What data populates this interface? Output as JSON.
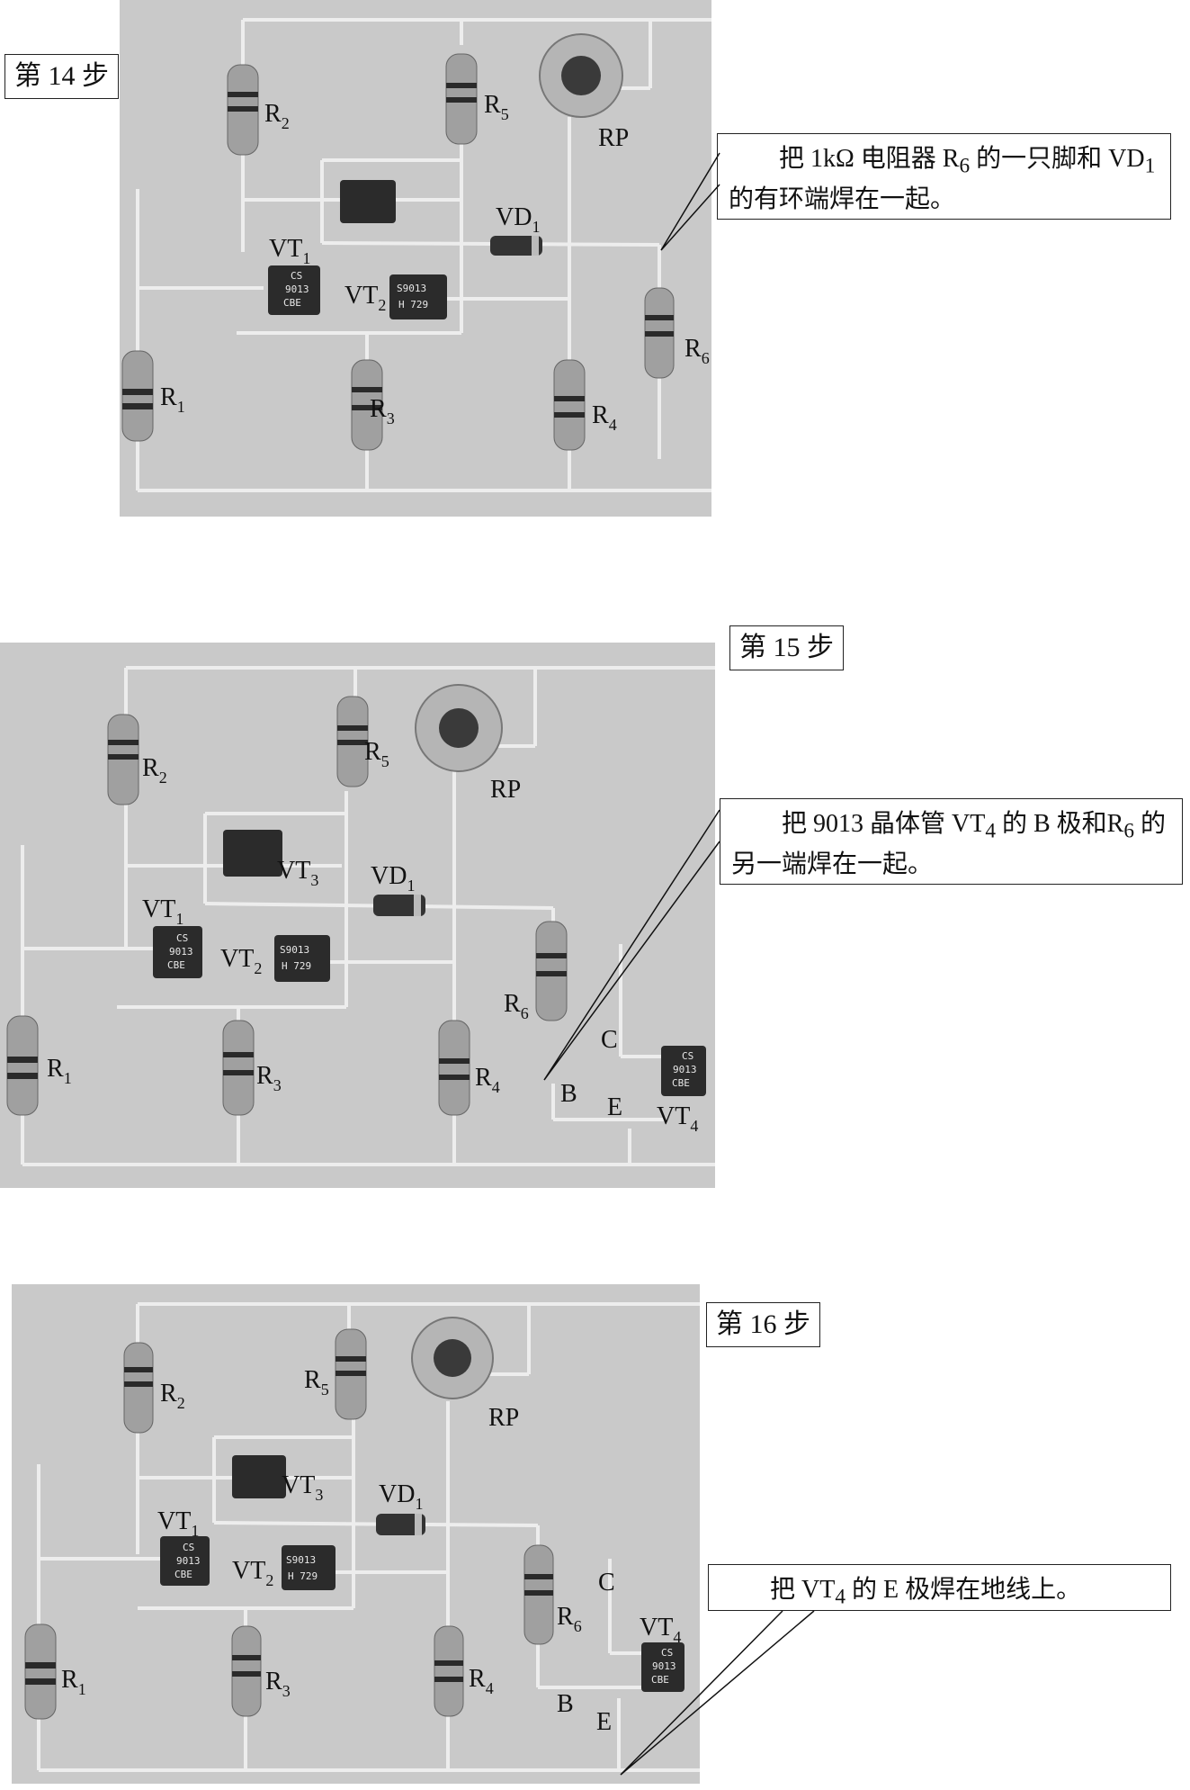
{
  "steps": [
    {
      "step_label": "第 14 步",
      "instruction": [
        "把 1kΩ 电阻器 R",
        "6",
        " 的一只脚和 VD",
        "1",
        " 的有环端焊在一起。"
      ],
      "labels": {
        "R2": [
          "R",
          "2"
        ],
        "R5": [
          "R",
          "5"
        ],
        "RP": "RP",
        "VD1": [
          "VD",
          "1"
        ],
        "VT1": [
          "VT",
          "1"
        ],
        "VT2": [
          "VT",
          "2"
        ],
        "R6": [
          "R",
          "6"
        ],
        "R1": [
          "R",
          "1"
        ],
        "R3": [
          "R",
          "3"
        ],
        "R4": [
          "R",
          "4"
        ]
      }
    },
    {
      "step_label": "第 15 步",
      "instruction": [
        "把 9013 晶体管 VT",
        "4",
        " 的 B 极和R",
        "6",
        " 的另一端焊在一起。"
      ],
      "labels": {
        "R2": [
          "R",
          "2"
        ],
        "R5": [
          "R",
          "5"
        ],
        "RP": "RP",
        "VT3": [
          "VT",
          "3"
        ],
        "VD1": [
          "VD",
          "1"
        ],
        "VT1": [
          "VT",
          "1"
        ],
        "VT2": [
          "VT",
          "2"
        ],
        "R6": [
          "R",
          "6"
        ],
        "R1": [
          "R",
          "1"
        ],
        "R3": [
          "R",
          "3"
        ],
        "R4": [
          "R",
          "4"
        ],
        "B": "B",
        "C": "C",
        "E": "E",
        "VT4": [
          "VT",
          "4"
        ]
      }
    },
    {
      "step_label": "第 16 步",
      "instruction": [
        "把 VT",
        "4",
        " 的 E 极焊在地线上。"
      ],
      "labels": {
        "R2": [
          "R",
          "2"
        ],
        "R5": [
          "R",
          "5"
        ],
        "RP": "RP",
        "VT3": [
          "VT",
          "3"
        ],
        "VD1": [
          "VD",
          "1"
        ],
        "VT1": [
          "VT",
          "1"
        ],
        "VT2": [
          "VT",
          "2"
        ],
        "R6": [
          "R",
          "6"
        ],
        "R1": [
          "R",
          "1"
        ],
        "R3": [
          "R",
          "3"
        ],
        "R4": [
          "R",
          "4"
        ],
        "C": "C",
        "VT4": [
          "VT",
          "4"
        ],
        "B": "B",
        "E": "E"
      }
    }
  ],
  "chip_markings": {
    "cs_9013_cbe": [
      "CS",
      "9013",
      "CBE"
    ],
    "s9013_h729": [
      "S9013",
      "H 729"
    ]
  },
  "colors": {
    "board": "#c9c9c9",
    "wire": "#eeeeee",
    "body": "#9a9a9a"
  }
}
